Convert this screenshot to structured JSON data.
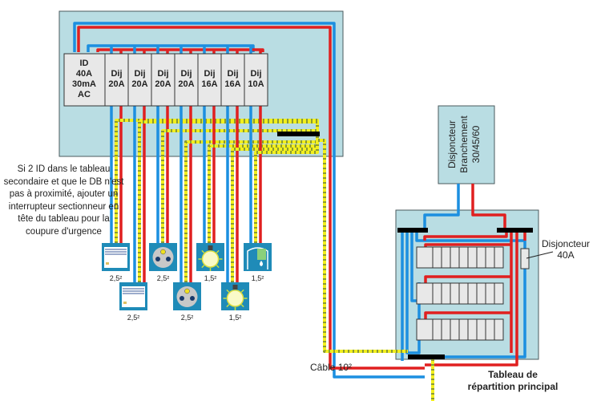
{
  "colors": {
    "panel_fill": "#b9dde3",
    "neutral_blue": "#1c8fe0",
    "phase_red": "#e02020",
    "earth_yellow": "#f2ef1e",
    "device_blue": "#1f8bb8"
  },
  "secondary_panel": {
    "main_breaker": [
      "ID",
      "40A",
      "30mA",
      "AC"
    ],
    "breakers": [
      {
        "line1": "Dij",
        "line2": "20A"
      },
      {
        "line1": "Dij",
        "line2": "20A"
      },
      {
        "line1": "Dij",
        "line2": "20A"
      },
      {
        "line1": "Dij",
        "line2": "20A"
      },
      {
        "line1": "Dij",
        "line2": "16A"
      },
      {
        "line1": "Dij",
        "line2": "16A"
      },
      {
        "line1": "Dij",
        "line2": "10A"
      }
    ]
  },
  "note": "Si 2 ID dans le tableau secondaire et que le DB n'est pas à proximité, ajouter un interrupteur sectionneur en tête du tableau pour la coupure d'urgence",
  "devices": [
    {
      "type": "radiator-icon",
      "section": "2,5²"
    },
    {
      "type": "radiator-icon",
      "section": "2,5²"
    },
    {
      "type": "socket-icon",
      "section": "2,5²"
    },
    {
      "type": "socket-icon",
      "section": "2,5²"
    },
    {
      "type": "light-bulb-icon",
      "section": "1,5²"
    },
    {
      "type": "light-bulb-icon",
      "section": "1,5²"
    },
    {
      "type": "water-heater-icon",
      "section": "1,5²"
    }
  ],
  "branch_breaker": [
    "Disjoncteur",
    "Branchement",
    "30/45/60"
  ],
  "breaker_40a_label": [
    "Disjoncteur",
    "40A"
  ],
  "cable_label": "Câble 10²",
  "main_panel_title": [
    "Tableau de",
    "répartition principal"
  ]
}
